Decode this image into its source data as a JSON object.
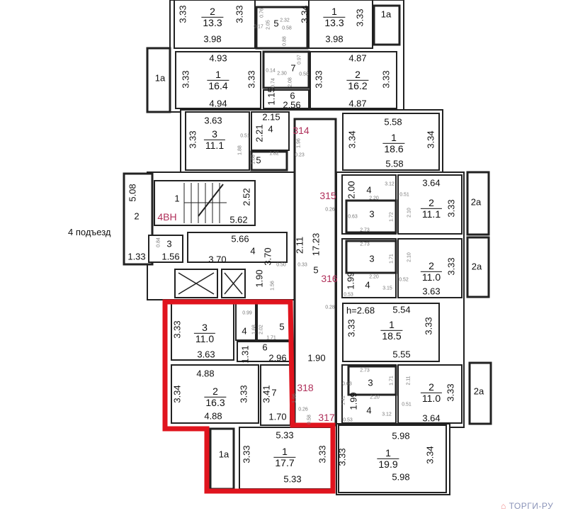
{
  "entrance_label": "4 подъезд",
  "watermark": "ТОРГИ-РУ",
  "highlight_color": "#e0141e",
  "apartment_color": "#b0305a",
  "apartments": {
    "a314": "314",
    "a315": "315",
    "a316": "316",
    "a317": "317",
    "a318": "318",
    "stair": "4ВН"
  },
  "rooms": {
    "t2": {
      "num": "2",
      "area": "13.3"
    },
    "t1": {
      "num": "1",
      "area": "13.3"
    },
    "r1a": {
      "num": "1",
      "area": "16.4"
    },
    "r2a": {
      "num": "2",
      "area": "16.2"
    },
    "r3a": {
      "num": "3",
      "area": "11.1"
    },
    "r1b": {
      "num": "1",
      "area": "18.6"
    },
    "r2c": {
      "num": "2",
      "area": "11.1"
    },
    "r2d": {
      "num": "2",
      "area": "11.0"
    },
    "r1e": {
      "num": "1",
      "area": "18.5"
    },
    "r2f": {
      "num": "2",
      "area": "11.0"
    },
    "r1g": {
      "num": "1",
      "area": "19.9"
    },
    "q3": {
      "num": "3",
      "area": "11.0"
    },
    "q2": {
      "num": "2",
      "area": "16.3"
    },
    "q1": {
      "num": "1",
      "area": "17.7"
    }
  },
  "labels": {
    "l1": "3.33",
    "l2": "3.33",
    "l3": "3.98",
    "l4": "5",
    "l5": "3.34",
    "l6": "3.33",
    "l7": "1a",
    "l8": "3.98",
    "l9": "4.93",
    "l10": "1a",
    "l11": "3.33",
    "l12": "3.33",
    "l13": "4.94",
    "l14": "7",
    "l15": "6",
    "l16": "1.15",
    "l17": "2.56",
    "l18": "4.87",
    "l19": "3.33",
    "l20": "3.33",
    "l21": "4.87",
    "l22": "3.63",
    "l23": "3.33",
    "l24": "2.15",
    "l25": "2.21",
    "l26": "4",
    "l27": "5",
    "l28": "5.58",
    "l29": "3.34",
    "l30": "3.34",
    "l31": "5.58",
    "l32": "5.08",
    "l33": "2",
    "l34": "1",
    "l35": "2.52",
    "l36": "5.62",
    "l37": "3",
    "l38": "1.33",
    "l39": "1.56",
    "l40": "5.66",
    "l41": "4",
    "l42": "3.70",
    "l43": "3.70",
    "l44": "2.11",
    "l45": "1.90",
    "l46": "17.23",
    "l47": "5",
    "l48": "4",
    "l49": "2.00",
    "l50": "3",
    "l51": "3.64",
    "l52": "3.33",
    "l53": "2a",
    "l54": "3",
    "l55": "1.99",
    "l56": "4",
    "l57": "3.33",
    "l58": "2a",
    "l59": "3.63",
    "l60": "h=2.68",
    "l61": "5.54",
    "l62": "3.33",
    "l63": "3.33",
    "l64": "5.55",
    "l65": "3",
    "l66": "1.99",
    "l67": "4",
    "l68": "3.33",
    "l69": "2a",
    "l70": "3.64",
    "l71": "5.98",
    "l72": "3.33",
    "l73": "3.34",
    "l74": "5.98",
    "l75": "3.33",
    "l76": "3.63",
    "l77": "4",
    "l78": "5",
    "l79": "6",
    "l80": "1.31",
    "l81": "2.96",
    "l82": "1.90",
    "l83": "4.88",
    "l84": "3.34",
    "l85": "3.33",
    "l86": "4.88",
    "l87": "3.41",
    "l88": "7",
    "l89": "1.70",
    "l90": "5.33",
    "l91": "1a",
    "l92": "3.33",
    "l93": "3.33",
    "l94": "5.33",
    "s1": "0.76",
    "s2": "0.17",
    "s3": "2.05",
    "s4": "2.32",
    "s5": "0.58",
    "s6": "0.88",
    "s7": "0.14",
    "s8": "2.30",
    "s9": "0.74",
    "s10": "2.08",
    "s11": "0.58",
    "s12": "0.97",
    "s13": "0.51",
    "s14": "1.88",
    "s15": "1.08",
    "s16": "1.82",
    "s17": "1.96",
    "s18": "0.23",
    "s19": "3.12",
    "s20": "0.51",
    "s21": "2.20",
    "s22": "0.63",
    "s23": "1.72",
    "s24": "2.10",
    "s25": "2.73",
    "s26": "0.26",
    "s27": "2.73",
    "s28": "1.71",
    "s29": "2.10",
    "s30": "2.20",
    "s31": "3.15",
    "s32": "0.52",
    "s33": "0.50",
    "s34": "0.33",
    "s35": "1.56",
    "s36": "0.28",
    "s37": "0.99",
    "s38": "1.68",
    "s39": "2.02",
    "s40": "1.71",
    "s41": "1.96",
    "s42": "0.26",
    "s43": "0.58",
    "s44": "1.41",
    "s45": "0.53",
    "s46": "2.73",
    "s47": "1.71",
    "s48": "2.11",
    "s49": "2.20",
    "s50": "0.51",
    "s51": "3.12",
    "s52": "0.63",
    "s53": "0.53",
    "s54": "0.84"
  }
}
